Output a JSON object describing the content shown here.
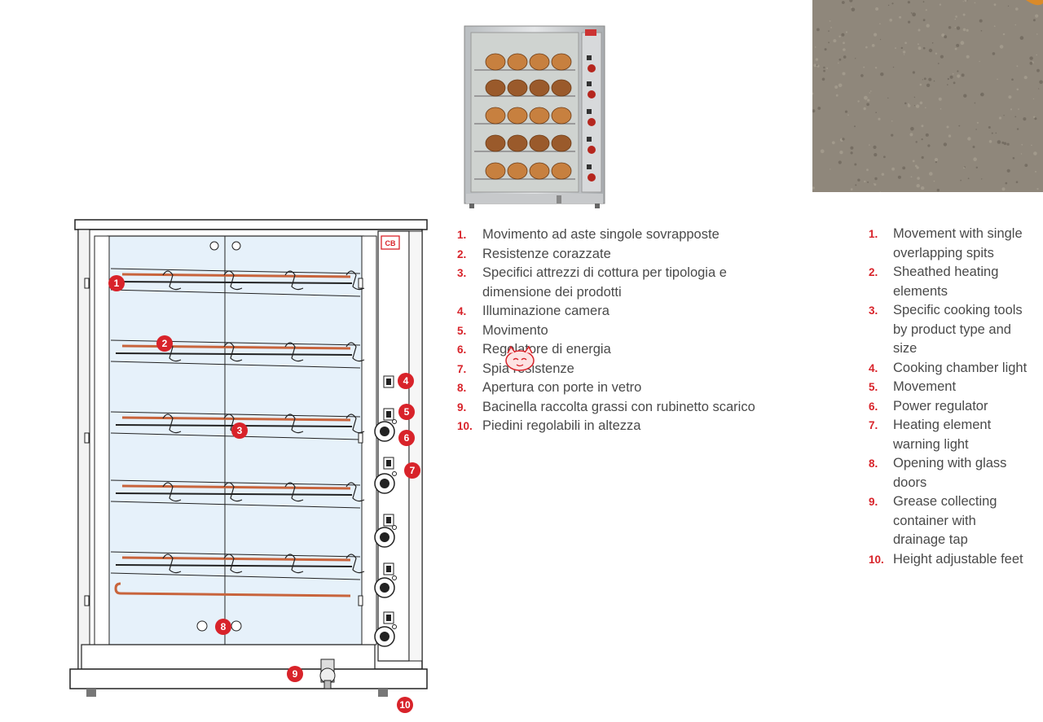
{
  "brand_badge": "CB",
  "callouts": [
    "1",
    "2",
    "3",
    "4",
    "5",
    "6",
    "7",
    "8",
    "9",
    "10"
  ],
  "legend_it": [
    {
      "num": "1.",
      "text": "Movimento ad aste singole sovrapposte"
    },
    {
      "num": "2.",
      "text": "Resistenze corazzate"
    },
    {
      "num": "3.",
      "text": "Specifici attrezzi di cottura per tipologia e dimensione dei prodotti"
    },
    {
      "num": "4.",
      "text": "Illuminazione camera"
    },
    {
      "num": "5.",
      "text": "Movimento"
    },
    {
      "num": "6.",
      "text": "Regolatore di energia"
    },
    {
      "num": "7.",
      "text": "Spia resistenze"
    },
    {
      "num": "8.",
      "text": "Apertura con porte in vetro"
    },
    {
      "num": "9.",
      "text": "Bacinella raccolta grassi con rubinetto scarico"
    },
    {
      "num": "10.",
      "text": "Piedini regolabili in altezza"
    }
  ],
  "legend_en": [
    {
      "num": "1.",
      "text": "Movement with single overlapping spits"
    },
    {
      "num": "2.",
      "text": "Sheathed heating elements"
    },
    {
      "num": "3.",
      "text": "Specific cooking tools by product type and size"
    },
    {
      "num": "4.",
      "text": "Cooking chamber light"
    },
    {
      "num": "5.",
      "text": "Movement"
    },
    {
      "num": "6.",
      "text": "Power regulator"
    },
    {
      "num": "7.",
      "text": "Heating element warning light"
    },
    {
      "num": "8.",
      "text": "Opening with glass doors"
    },
    {
      "num": "9.",
      "text": "Grease collecting container with drainage tap"
    },
    {
      "num": "10.",
      "text": "Height adjustable feet"
    }
  ],
  "colors": {
    "accent": "#d8232a",
    "text": "#4a4a4a",
    "glass": "#e6f1fa",
    "rod": "#c8643c"
  }
}
